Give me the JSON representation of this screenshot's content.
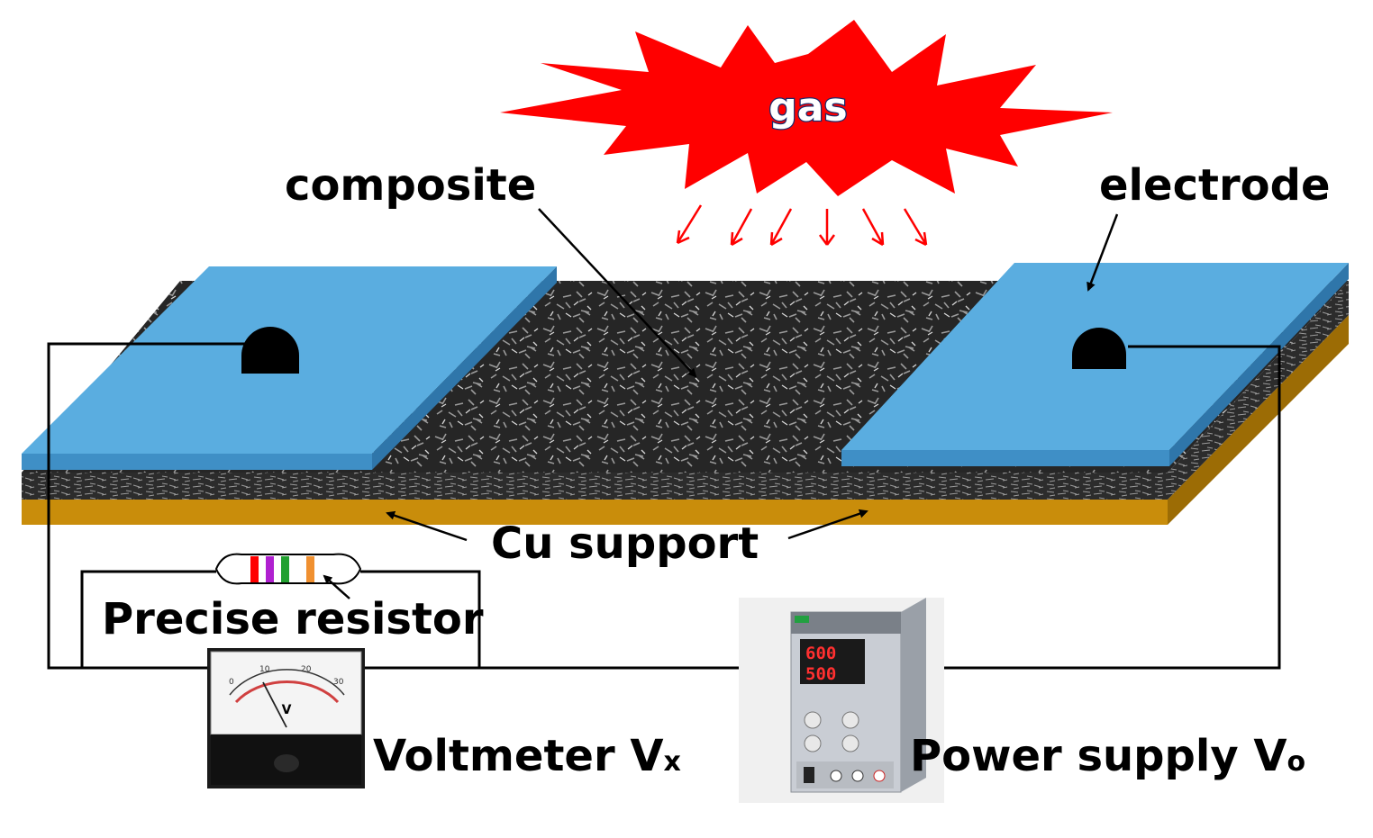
{
  "labels": {
    "gas": "gas",
    "composite": "composite",
    "electrode": "electrode",
    "cu_support": "Cu support",
    "precise_resistor": "Precise resistor",
    "voltmeter": "Voltmeter V",
    "voltmeter_sub": "x",
    "power_supply": "Power supply V",
    "power_supply_sub": "o"
  },
  "voltmeter_scale": {
    "ticks": [
      "0",
      "10",
      "20",
      "30"
    ],
    "unit": "V"
  },
  "power_supply_display": {
    "line1": "600",
    "line2": "500"
  },
  "colors": {
    "gas_burst": "#ff0000",
    "gas_arrows": "#ff0000",
    "electrode": "#5aade0",
    "cu_support": "#c98d0b",
    "composite": "#2a2a2a",
    "wire": "#000000"
  }
}
